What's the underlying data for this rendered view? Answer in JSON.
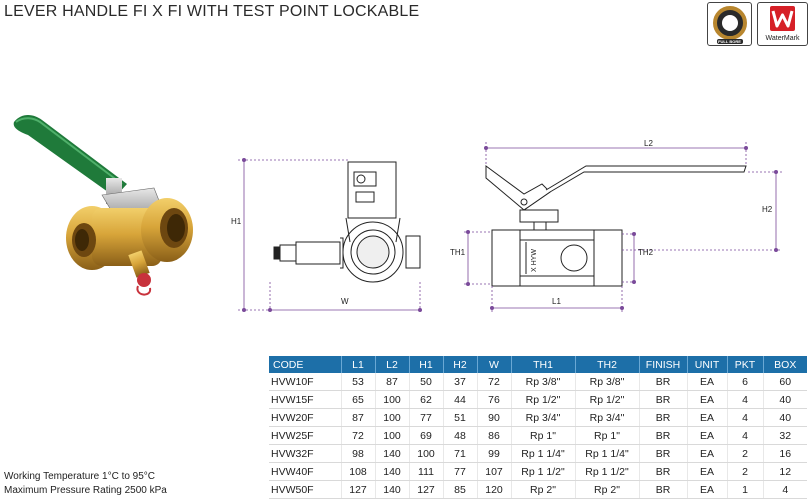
{
  "title": "LEVER HANDLE FI X FI WITH TEST POINT LOCKABLE",
  "badges": {
    "full_bore": "FULL BORE",
    "watermark": "WaterMark"
  },
  "dimension_labels": {
    "h1": "H1",
    "w": "W",
    "l2": "L2",
    "h2": "H2",
    "th1": "TH1",
    "th2": "TH2",
    "l1": "L1",
    "side_marking": "X HYW"
  },
  "specs": {
    "working_temperature": "Working Temperature  1°C to 95°C",
    "max_pressure": "Maximum Pressure Rating  2500 kPa"
  },
  "table": {
    "headers": [
      "CODE",
      "L1",
      "L2",
      "H1",
      "H2",
      "W",
      "TH1",
      "TH2",
      "FINISH",
      "UNIT",
      "PKT",
      "BOX"
    ],
    "rows": [
      [
        "HVW10F",
        "53",
        "87",
        "50",
        "37",
        "72",
        "Rp 3/8\"",
        "Rp 3/8\"",
        "BR",
        "EA",
        "6",
        "60"
      ],
      [
        "HVW15F",
        "65",
        "100",
        "62",
        "44",
        "76",
        "Rp 1/2\"",
        "Rp 1/2\"",
        "BR",
        "EA",
        "4",
        "40"
      ],
      [
        "HVW20F",
        "87",
        "100",
        "77",
        "51",
        "90",
        "Rp 3/4\"",
        "Rp 3/4\"",
        "BR",
        "EA",
        "4",
        "40"
      ],
      [
        "HVW25F",
        "72",
        "100",
        "69",
        "48",
        "86",
        "Rp 1\"",
        "Rp 1\"",
        "BR",
        "EA",
        "4",
        "32"
      ],
      [
        "HVW32F",
        "98",
        "140",
        "100",
        "71",
        "99",
        "Rp 1 1/4\"",
        "Rp 1 1/4\"",
        "BR",
        "EA",
        "2",
        "16"
      ],
      [
        "HVW40F",
        "108",
        "140",
        "111",
        "77",
        "107",
        "Rp 1 1/2\"",
        "Rp 1 1/2\"",
        "BR",
        "EA",
        "2",
        "12"
      ],
      [
        "HVW50F",
        "127",
        "140",
        "127",
        "85",
        "120",
        "Rp 2\"",
        "Rp 2\"",
        "BR",
        "EA",
        "1",
        "4"
      ]
    ]
  }
}
